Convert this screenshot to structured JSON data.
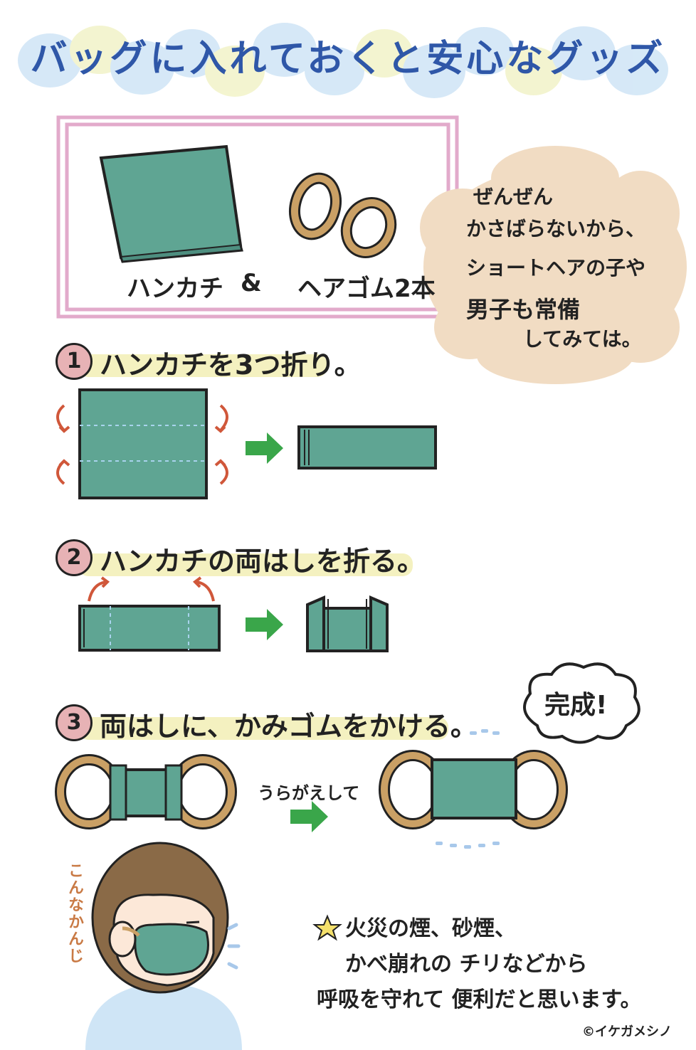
{
  "title": "バッグに入れておくと安心なグッズ",
  "items": {
    "handkerchief": "ハンカチ",
    "ampersand": "&",
    "hair_tie": "ヘアゴム2本"
  },
  "note": {
    "lines": [
      "ぜんぜん",
      "かさばらないから、",
      "ショートヘアの子や",
      "男子も常備",
      "してみては。"
    ]
  },
  "steps": [
    {
      "number": "1",
      "text": "ハンカチを3つ折り。"
    },
    {
      "number": "2",
      "text": "ハンカチの両はしを折る。"
    },
    {
      "number": "3",
      "text": "両はしに、かみゴムをかける。"
    }
  ],
  "flip_label": "うらがえして",
  "complete_label": "完成!",
  "vertical_label": "こんなかんじ",
  "bottom_note": {
    "lines": [
      "火災の煙、砂煙、",
      "かべ崩れの チリなどから",
      "呼吸を守れて 便利だと思います。"
    ]
  },
  "credit": "©イケガメシノ",
  "colors": {
    "title_blue": "#2f57a8",
    "handkerchief_teal": "#5fa593",
    "hair_tie_tan": "#caa065",
    "frame_pink": "#e2aacb",
    "note_peach": "#f1dcc3",
    "arrow_green": "#3aa64a",
    "curve_arrow_orange": "#d0573a",
    "step_circle_pink": "#e7b2b5",
    "highlight_yellow": "#f4f1c0"
  }
}
